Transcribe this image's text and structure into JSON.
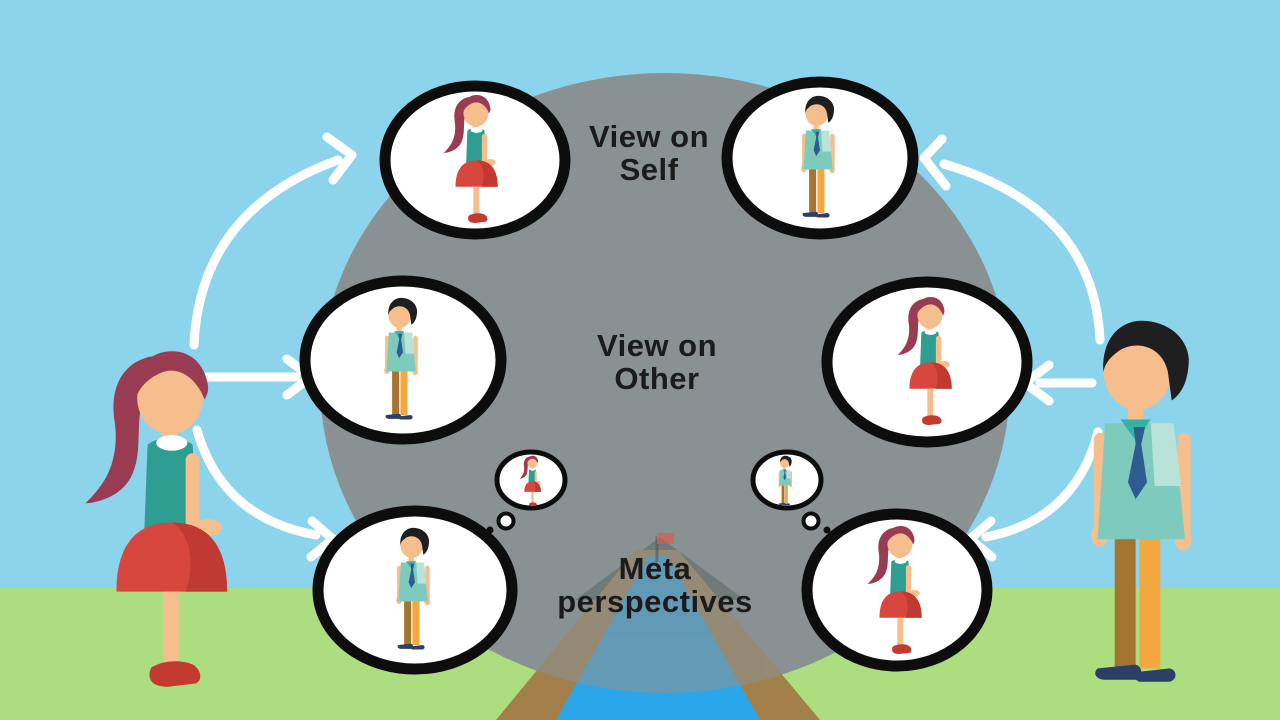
{
  "labels": {
    "view_on_self": "View on\nSelf",
    "view_on_other": "View on\nOther",
    "meta_perspectives": "Meta\nperspectives"
  },
  "colors": {
    "sky": "#8cd4ec",
    "grass": "#acdd7e",
    "circle": "#8a9192",
    "road_blue": "#29a7ea",
    "road_edge": "#a3804a",
    "mountain": "#4a5a52",
    "flag": "#e2574b",
    "pole": "#555555",
    "bubble_fill": "#ffffff",
    "bubble_border": "#0d0d0d",
    "arrow": "#ffffff",
    "text": "#1b1b1b",
    "skin": "#f6bd8d",
    "girl_hair": "#993c52",
    "girl_top": "#2e9d92",
    "girl_collar": "#ffffff",
    "girl_skirt": "#d8473d",
    "girl_skirt_shade": "#c03a33",
    "girl_shoe": "#c33b30",
    "boy_hair": "#1f1f1f",
    "boy_shirt": "#7ecbbe",
    "boy_sleeve": "#b9e2d8",
    "boy_collar": "#31b2a5",
    "boy_tie": "#2d5d8e",
    "boy_pants_front": "#f2a83e",
    "boy_pants_back": "#a5752f",
    "boy_shoe": "#2c3f66"
  },
  "scene": {
    "left_person": "girl",
    "right_person": "boy",
    "bubbles": [
      {
        "id": "top-left",
        "figure": "girl",
        "row": "view_on_self"
      },
      {
        "id": "top-right",
        "figure": "boy",
        "row": "view_on_self"
      },
      {
        "id": "middle-left",
        "figure": "boy",
        "row": "view_on_other"
      },
      {
        "id": "middle-right",
        "figure": "girl",
        "row": "view_on_other"
      },
      {
        "id": "bottom-left",
        "figure": "boy",
        "row": "meta_perspectives",
        "thought_figure": "girl"
      },
      {
        "id": "bottom-right",
        "figure": "girl",
        "row": "meta_perspectives",
        "thought_figure": "boy"
      }
    ]
  }
}
